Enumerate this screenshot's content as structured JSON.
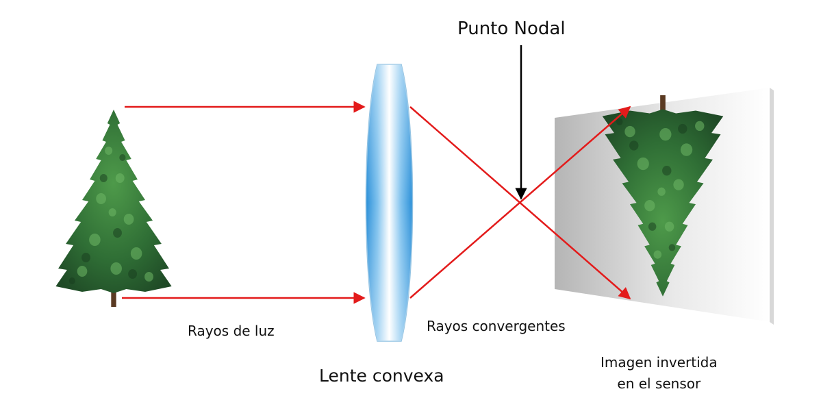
{
  "labels": {
    "nodal_point": "Punto Nodal",
    "light_rays": "Rayos de luz",
    "converging_rays": "Rayos convergentes",
    "convex_lens": "Lente convexa",
    "inverted_image_line1": "Imagen invertida",
    "inverted_image_line2": "en el sensor"
  },
  "colors": {
    "ray": "#e31b1b",
    "arrow": "#000000",
    "tree_dark": "#1f4a26",
    "tree_mid": "#2f6e35",
    "tree_light": "#5fa85a",
    "trunk": "#5a3a22",
    "lens_edge": "#9ccbea",
    "lens_core": "#ffffff",
    "sensor_light": "#ffffff",
    "sensor_dark": "#b9b9b9"
  },
  "icons": {
    "object": "tree-icon",
    "image": "inverted-tree-icon"
  }
}
